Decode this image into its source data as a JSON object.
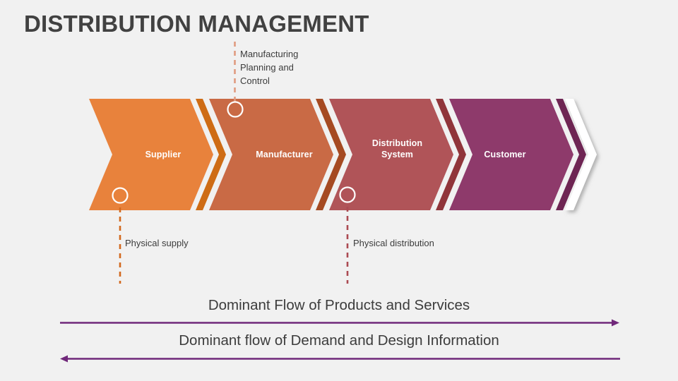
{
  "title": "DISTRIBUTION MANAGEMENT",
  "colors": {
    "background": "#f1f1f1",
    "title_text": "#414141",
    "body_text": "#3c3c3c",
    "arrow_purple": "#70287a",
    "supplier": "#e8823c",
    "supplier_stripe": "#ce6c15",
    "manufacturer": "#c96a45",
    "manufacturer_stripe": "#a54a22",
    "distribution": "#b05458",
    "distribution_stripe": "#90353a",
    "customer": "#8e3a6b",
    "customer_stripe": "#6e2553",
    "tail_chevron": "#ffffff",
    "dash_supply": "#d2691e",
    "dash_mpc": "#e09b80",
    "dash_distribution": "#ab4a52"
  },
  "stages": [
    {
      "id": "supplier",
      "label": "Supplier"
    },
    {
      "id": "manufacturer",
      "label": "Manufacturer"
    },
    {
      "id": "distribution",
      "label": "Distribution\nSystem"
    },
    {
      "id": "customer",
      "label": "Customer"
    }
  ],
  "callouts": [
    {
      "id": "mpc",
      "label": "Manufacturing\nPlanning and\nControl"
    },
    {
      "id": "physical-supply",
      "label": "Physical supply"
    },
    {
      "id": "physical-distribution",
      "label": "Physical distribution"
    }
  ],
  "flows": [
    {
      "id": "products-services",
      "label": "Dominant Flow of Products and Services",
      "direction": "right"
    },
    {
      "id": "demand-design",
      "label": "Dominant flow of Demand and Design Information",
      "direction": "left"
    }
  ]
}
